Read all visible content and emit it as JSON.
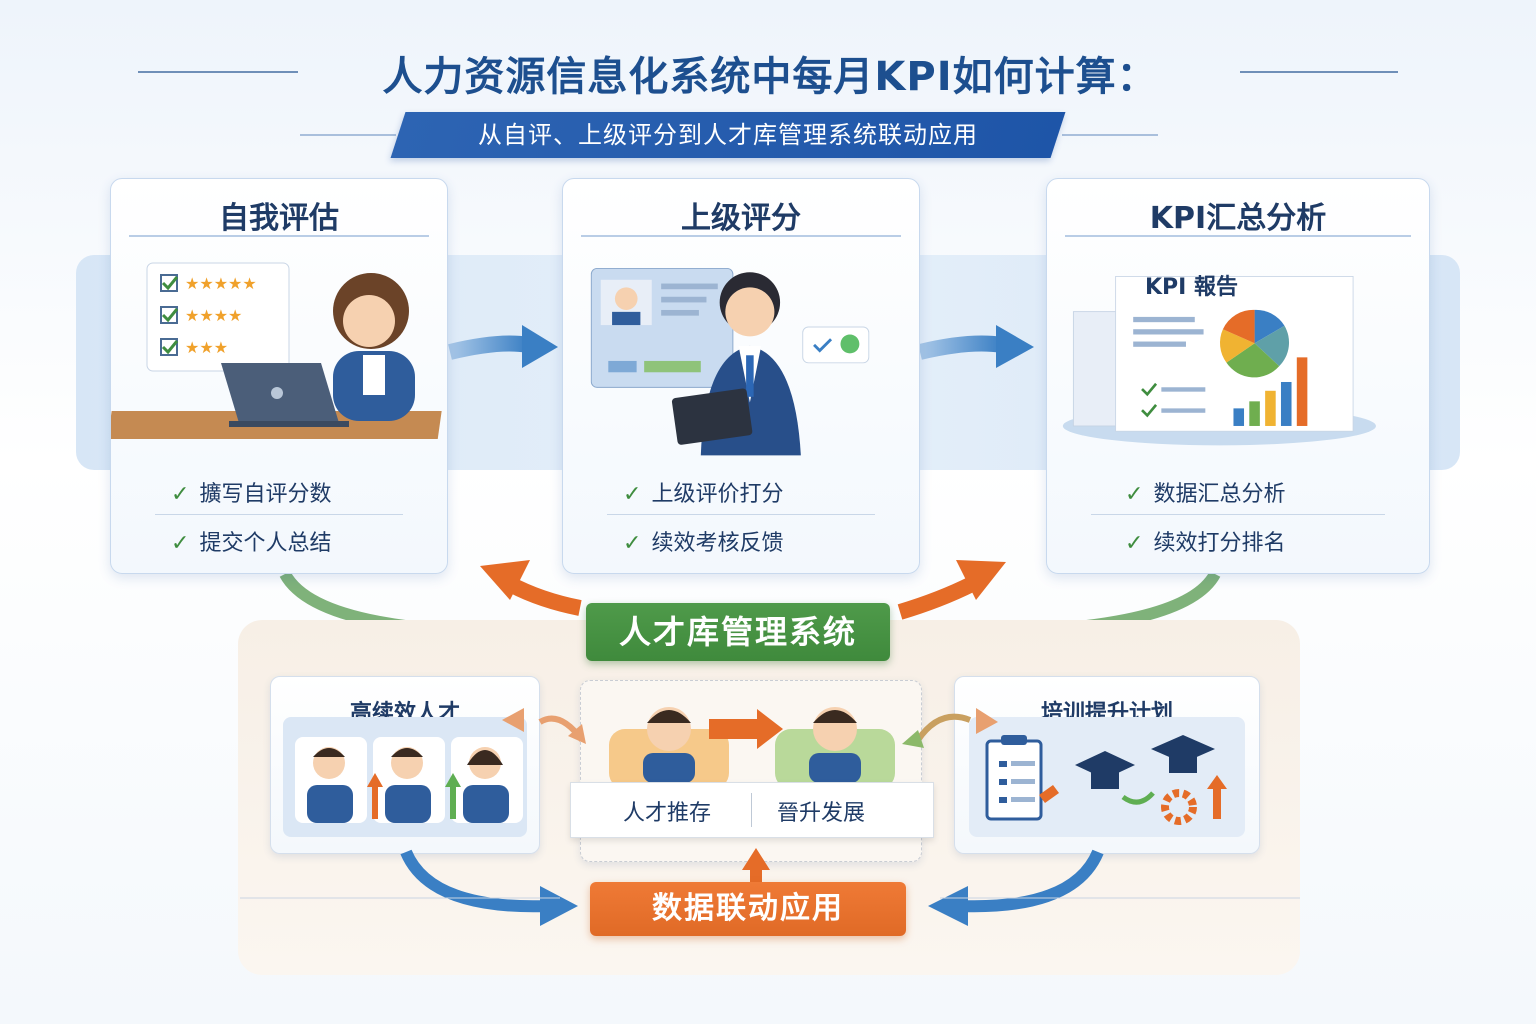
{
  "header": {
    "title": "人力资源信息化系统中每月KPI如何计算：",
    "subtitle": "从自评、上级评分到人才库管理系统联动应用"
  },
  "cards": [
    {
      "title": "自我评估",
      "items": [
        "擴写自评分数",
        "提交个人总结"
      ],
      "icon": "self-assessment-illustration"
    },
    {
      "title": "上级评分",
      "items": [
        "上级评价打分",
        "续效考核反馈"
      ],
      "icon": "supervisor-rating-illustration"
    },
    {
      "title": "KPI汇总分析",
      "report_label": "KPI 報告",
      "items": [
        "数据汇总分析",
        "续效打分排名"
      ],
      "icon": "kpi-report-illustration"
    }
  ],
  "system": {
    "title": "人才库管理系统",
    "high_performers": {
      "title": "高续效人才"
    },
    "center": {
      "left": "人才推存",
      "right": "晉升发展"
    },
    "training": {
      "title": "培训提升计划"
    },
    "data_link": "数据联动应用"
  },
  "colors": {
    "primary_blue": "#1d4f8f",
    "arrow_blue": "#3a7fc4",
    "green": "#3f8a3c",
    "orange": "#e56c28"
  }
}
